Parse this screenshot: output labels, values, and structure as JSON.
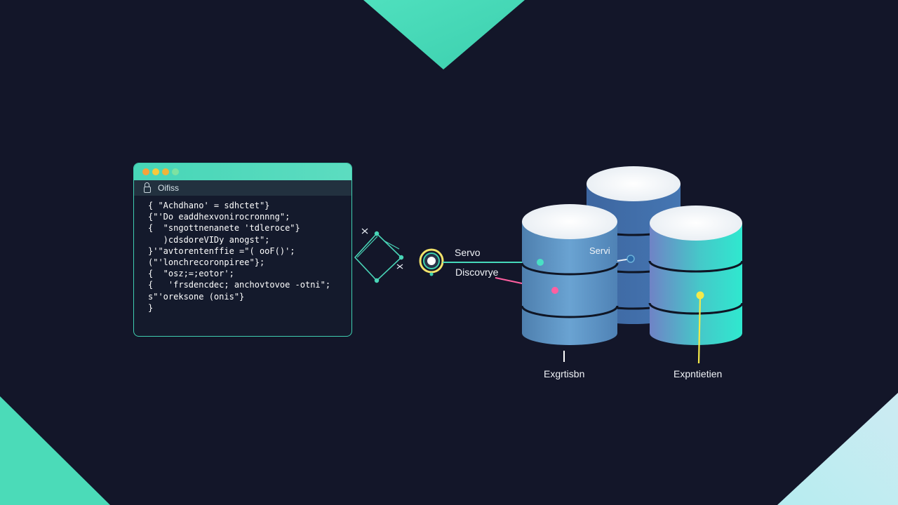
{
  "window": {
    "address": "Oifiss",
    "code_lines": [
      "{ \"Achdhano' = sdhctet\"}",
      "{\"'Do eaddhexvonirocronnng\";",
      "{  \"sngottnenanete 'tdleroce\"}",
      "   )cdsdoreVIDy anogst\";",
      "}'\"avtorentenffie =\"( ooF()';",
      "(\"'lonchrecoronpiree\"};",
      "{  \"osz;=;eotor';",
      "{   'frsdencdec; anchovtovoe -otni\";",
      "s\"'oreksone (onis\"}",
      "}"
    ]
  },
  "labels": {
    "service": "Servo",
    "discovery": "Discovrye",
    "db_label": "Servi",
    "left_caption": "Exgrtisbn",
    "right_caption": "Expntietien"
  },
  "colors": {
    "background": "#131629",
    "accent": "#4cdbbd",
    "pink": "#ff5fa0",
    "yellow": "#f4e94a"
  }
}
